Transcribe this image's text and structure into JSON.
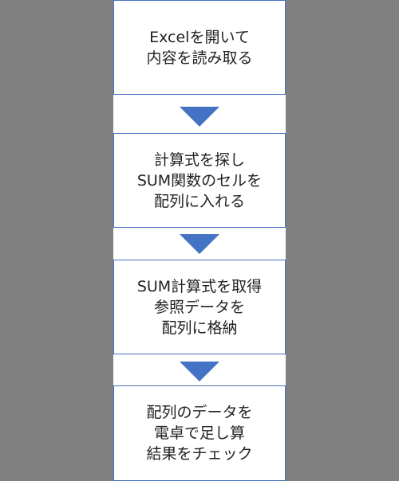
{
  "steps": [
    {
      "text": "Excelを開いて\n内容を読み取る"
    },
    {
      "text": "計算式を探し\nSUM関数のセルを\n配列に入れる"
    },
    {
      "text": "SUM計算式を取得\n参照データを\n配列に格納"
    },
    {
      "text": "配列のデータを\n電卓で足し算\n結果をチェック"
    }
  ],
  "colors": {
    "background": "#808080",
    "box_fill": "#ffffff",
    "box_border": "#4472c4",
    "arrow": "#4472c4",
    "text": "#222222"
  }
}
